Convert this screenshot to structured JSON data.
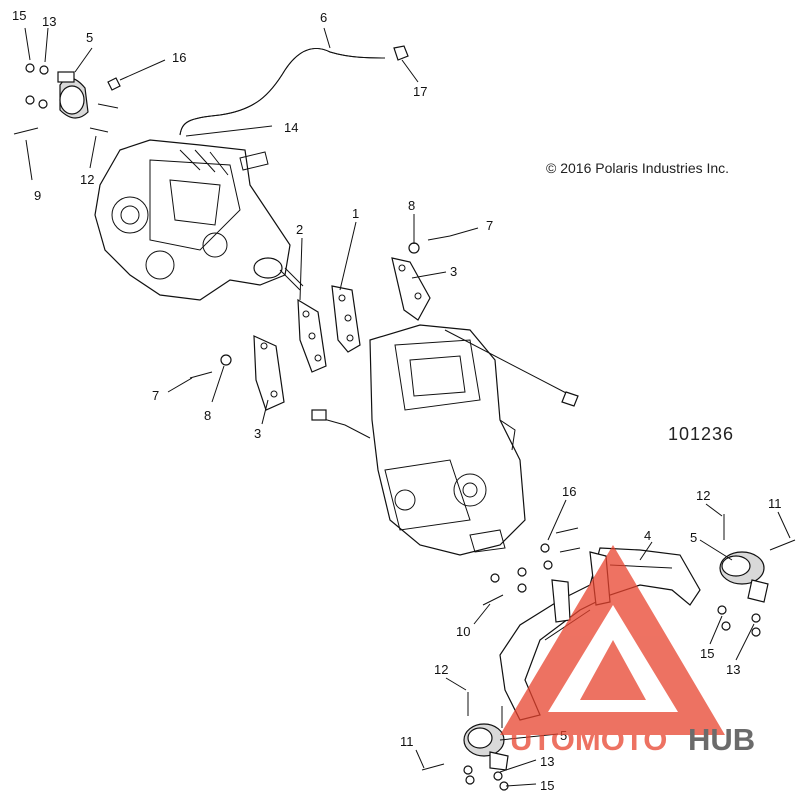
{
  "copyright": "© 2016 Polaris Industries Inc.",
  "figure_number": "101236",
  "callouts": [
    {
      "label": "15"
    },
    {
      "label": "13"
    },
    {
      "label": "5"
    },
    {
      "label": "16"
    },
    {
      "label": "9"
    },
    {
      "label": "12"
    },
    {
      "label": "6"
    },
    {
      "label": "17"
    },
    {
      "label": "14"
    },
    {
      "label": "2"
    },
    {
      "label": "1"
    },
    {
      "label": "8"
    },
    {
      "label": "7"
    },
    {
      "label": "3"
    },
    {
      "label": "7"
    },
    {
      "label": "8"
    },
    {
      "label": "3"
    },
    {
      "label": "16"
    },
    {
      "label": "4"
    },
    {
      "label": "12"
    },
    {
      "label": "11"
    },
    {
      "label": "5"
    },
    {
      "label": "10"
    },
    {
      "label": "15"
    },
    {
      "label": "13"
    },
    {
      "label": "12"
    },
    {
      "label": "11"
    },
    {
      "label": "5"
    },
    {
      "label": "13"
    },
    {
      "label": "15"
    }
  ],
  "watermark": {
    "text_a": "UTOMOTO",
    "text_b": "HUB",
    "color_accent": "#e8432e",
    "color_dark": "#3a3a3a"
  }
}
